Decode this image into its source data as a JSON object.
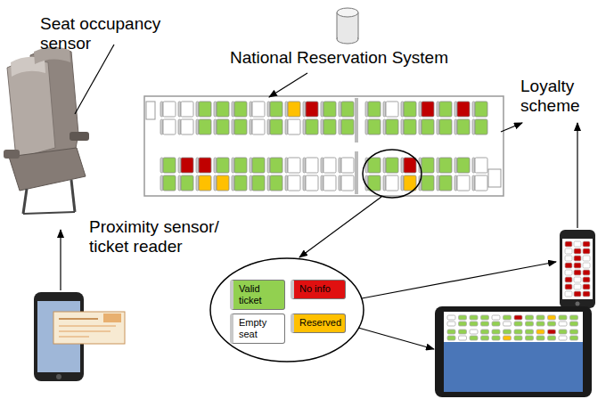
{
  "diagram": {
    "labels": [
      "Seat occupancy sensor",
      "National Reservation System",
      "Loyalty scheme",
      "Proximity sensor/ ticket reader"
    ],
    "legend": [
      {
        "text": "Valid ticket",
        "color": "#92d050"
      },
      {
        "text": "No info",
        "color": "#e01010"
      },
      {
        "text": "Empty seat",
        "color": "#ffffff"
      },
      {
        "text": "Reserved",
        "color": "#ffc000"
      }
    ]
  }
}
